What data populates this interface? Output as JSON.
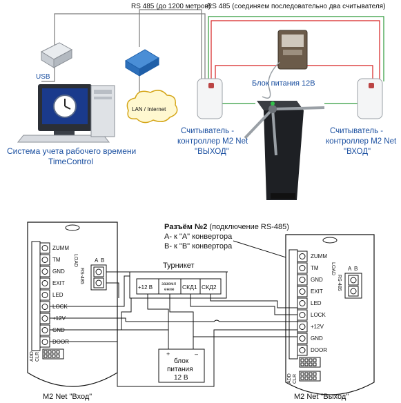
{
  "top": {
    "rs485_left": "RS 485 (до 1200 метров)",
    "rs485_right": "RS 485 (соединяем последовательно два считывателя)",
    "usb": "USB",
    "lan": "LAN / Internet",
    "power_block": "Блок питания 12В",
    "system_line1": "Система учета рабочего времени",
    "system_line2": "TimeControl",
    "reader_exit": [
      "Считыватель -",
      "контроллер M2 Net",
      "\"ВЫХОД\""
    ],
    "reader_entry": [
      "Считыватель -",
      "контроллер M2 Net",
      "\"ВХОД\""
    ]
  },
  "bottom": {
    "connector_title_bold": "Разъём №2",
    "connector_title_rest": " (подключение RS-485)",
    "connector_line_a": "А- к \"А\" конвертора",
    "connector_line_b": "В-  к \"В\" конвертора",
    "turnstile_label": "Турникет",
    "turnstile_terminals": [
      "+12 В",
      "заземление",
      "СКД1",
      "СКД2"
    ],
    "turnstile_zazem_1": "заземл",
    "turnstile_zazem_2": "ение",
    "psu_plus": "+",
    "psu_minus": "–",
    "psu_label": [
      "блок",
      "питания",
      "12 В"
    ],
    "controller_pins": [
      "ZUMM",
      "TM",
      "GND",
      "EXIT",
      "LED",
      "LOCK",
      "+12V",
      "GND",
      "DOOR"
    ],
    "load_label": "LOAD",
    "rs485_vertical": "RS-485",
    "ab_labels": [
      "A",
      "B"
    ],
    "add_label": "ADD",
    "clr_label": "CLR",
    "left_controller_name": "M2 Net \"Вход\"",
    "right_controller_name": "M2 Net \"Выход\""
  },
  "colors": {
    "text_blue": "#1a4fa0",
    "wire_red": "#d62020",
    "wire_green": "#2e9a3a",
    "wire_gray": "#7a7a7a",
    "line_black": "#111111"
  }
}
